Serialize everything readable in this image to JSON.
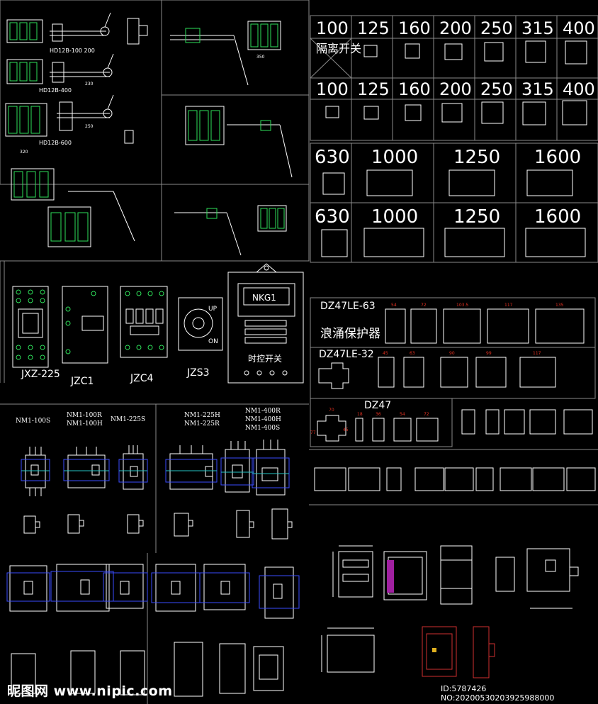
{
  "hd_labels": [
    "HD12B-100 200",
    "HD12B-400",
    "HD12B-600"
  ],
  "hd_dims": [
    "230",
    "250",
    "320",
    "350"
  ],
  "isolator": {
    "title": "隔离开关",
    "row1": [
      "100",
      "125",
      "160",
      "200",
      "250",
      "315",
      "400"
    ],
    "row2": [
      "100",
      "125",
      "160",
      "200",
      "250",
      "315",
      "400"
    ],
    "row3": [
      "630",
      "1000",
      "1250",
      "1600"
    ],
    "row4": [
      "630",
      "1000",
      "1250",
      "1600"
    ]
  },
  "contactors": {
    "labels": [
      "JXZ-225",
      "JZC1",
      "JZC4",
      "JZS3"
    ],
    "jzs3_up": "UP",
    "jzs3_on": "ON",
    "timer_display": "NKG1",
    "timer_label": "时控开关"
  },
  "dz47le63": {
    "title": "DZ47LE-63",
    "subtitle": "浪涌保护器",
    "dims": [
      "54",
      "72",
      "103.5",
      "117",
      "135"
    ]
  },
  "dz47le32": {
    "title": "DZ47LE-32",
    "dims": [
      "45",
      "63",
      "90",
      "99",
      "117"
    ]
  },
  "dz47": {
    "title": "DZ47",
    "dims": [
      "70",
      "18",
      "36",
      "54",
      "72"
    ],
    "side_dims": [
      "77",
      "45"
    ]
  },
  "nm1": {
    "labels": [
      "NM1-100S",
      "NM1-100R",
      "NM1-100H",
      "NM1-225S",
      "NM1-225H",
      "NM1-225R",
      "NM1-400R",
      "NM1-400H",
      "NM1-400S"
    ]
  },
  "footer": {
    "watermark": "昵图网 www.nipic.com",
    "image_id": "ID:5787426 NO:20200530203925988000"
  }
}
